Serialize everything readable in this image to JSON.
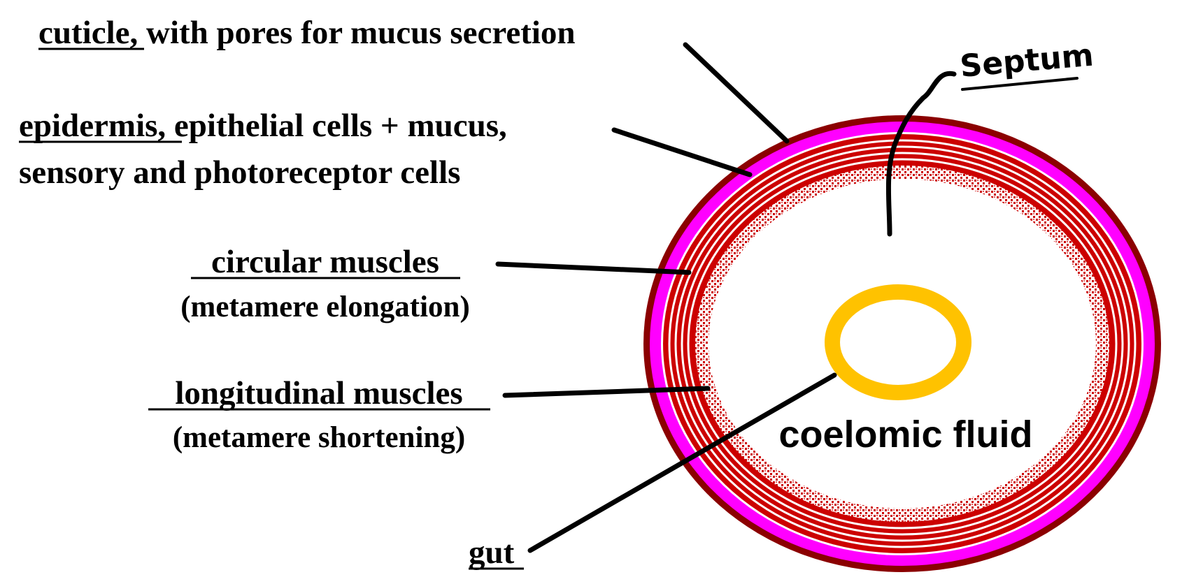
{
  "labels": {
    "cuticle": {
      "term": "cuticle",
      "rest": ", with pores for mucus secretion"
    },
    "epidermis": {
      "term": "epidermis",
      "rest": ", epithelial cells + mucus,",
      "line2": "sensory and photoreceptor cells"
    },
    "circular": {
      "term": "circular muscles",
      "sub": "(metamere elongation)"
    },
    "longitudinal": {
      "term": "longitudinal muscles",
      "sub": "(metamere shortening)"
    },
    "gut": {
      "term": "gut"
    },
    "coelomic": {
      "text": "coelomic fluid"
    },
    "septum": {
      "text": "Septum"
    }
  },
  "colors": {
    "cuticle": "#8b0000",
    "epidermis": "#ff00ff",
    "muscle": "#cc0000",
    "muscle_separator": "#ffffff",
    "longitudinal_dots": "#cc0000",
    "gut": "#ffc200",
    "coelom": "#ffffff",
    "leader": "#000000"
  }
}
